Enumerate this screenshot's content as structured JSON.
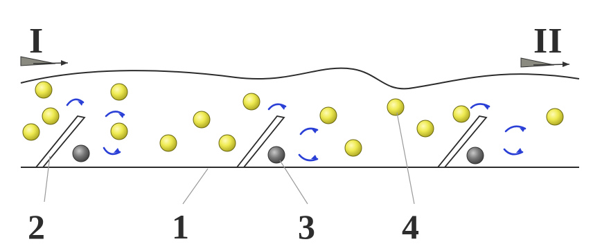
{
  "flow_labels": {
    "inlet": "I",
    "outlet": "II"
  },
  "callouts": {
    "label_1": "1",
    "label_2": "2",
    "label_3": "3",
    "label_4": "4"
  },
  "colors": {
    "particle_yellow": "#e8e34a",
    "particle_gray": "#6e6e6e",
    "vortex_blue": "#2a3fd6",
    "line": "#2b2b2b"
  }
}
